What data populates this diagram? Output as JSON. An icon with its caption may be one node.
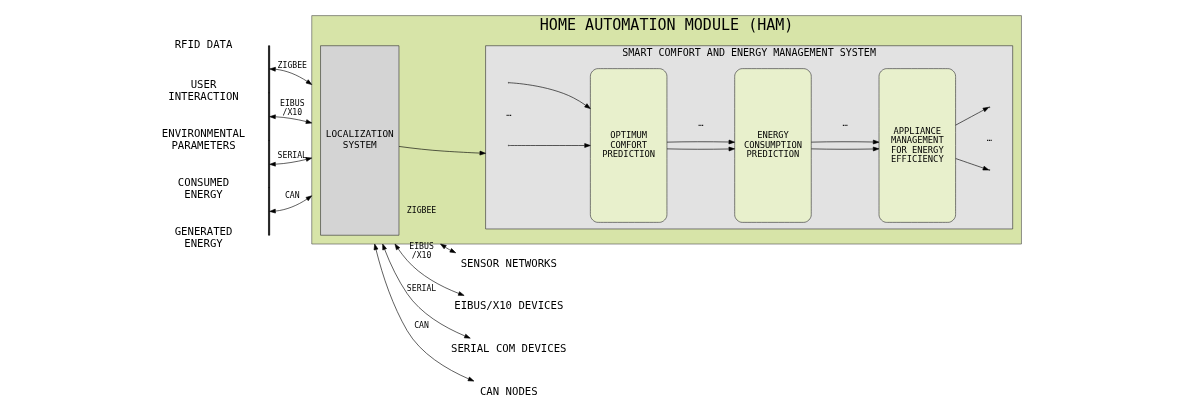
{
  "diagram": {
    "nodes": [
      {
        "text": [],
        "shape": "bar"
      },
      {
        "text": [
          "HOME AUTOMATION MODULE (HAM)"
        ]
      },
      {
        "text": [
          "LOCALIZATION SYSTEM"
        ],
        "in": 1
      },
      {
        "text": [
          "SMART COMFORT AND ENERGY MANAGEMENT SYSTEM"
        ],
        "in": 1
      },
      {
        "text": [
          "OPTIMUM COMFORT PREDICTION"
        ],
        "in": 3
      },
      {
        "text": [
          "ENERGY CONSUMPTION PREDICTION"
        ],
        "in": 3
      },
      {
        "text": [
          "APPLIANCE MANAGEMENT FOR ENERGY EFFICIENCY"
        ],
        "in": 3
      },
      {
        "text": [
          "SENSOR NETWORKS"
        ]
      },
      {
        "text": [
          "EIBUS/X10 DEVICES"
        ]
      },
      {
        "text": [
          "SERIAL COM DEVICES"
        ]
      },
      {
        "text": [
          "CAN NODES"
        ]
      }
    ],
    "edges": [
      {
        "from": 0,
        "to": 1,
        "arrow": "both",
        "label": "ZIGBEE"
      },
      {
        "from": 0,
        "to": 1,
        "arrow": "both",
        "label": "EIBUS /X10"
      },
      {
        "from": 0,
        "to": 1,
        "arrow": "both",
        "label": "SERIAL"
      },
      {
        "from": 0,
        "to": 1,
        "arrow": "both",
        "label": "CAN"
      },
      {
        "from": 2,
        "to": 3,
        "arrow": "to"
      },
      {
        "from": null,
        "to": 4,
        "arrow": "to"
      },
      {
        "from": null,
        "to": 4,
        "arrow": "to"
      },
      {
        "from": 4,
        "to": 5,
        "arrow": "to"
      },
      {
        "from": 4,
        "to": 5,
        "arrow": "to"
      },
      {
        "from": 5,
        "to": 6,
        "arrow": "to"
      },
      {
        "from": 5,
        "to": 6,
        "arrow": "to"
      },
      {
        "from": 6,
        "to": null,
        "arrow": "to"
      },
      {
        "from": 6,
        "to": null,
        "arrow": "to"
      },
      {
        "from": 1,
        "to": 7,
        "arrow": "both",
        "label": "ZIGBEE"
      },
      {
        "from": 1,
        "to": 8,
        "arrow": "both",
        "label": "EIBUS /X10"
      },
      {
        "from": 1,
        "to": 9,
        "arrow": "both",
        "label": "SERIAL"
      },
      {
        "from": 1,
        "to": 10,
        "arrow": "both",
        "label": "CAN"
      }
    ],
    "labels": [
      "RFID DATA",
      "USER INTERACTION",
      "ENVIRONMENTAL PARAMETERS",
      "CONSUMED ENERGY",
      "GENERATED ENERGY",
      "…",
      "…",
      "…",
      "…"
    ]
  }
}
